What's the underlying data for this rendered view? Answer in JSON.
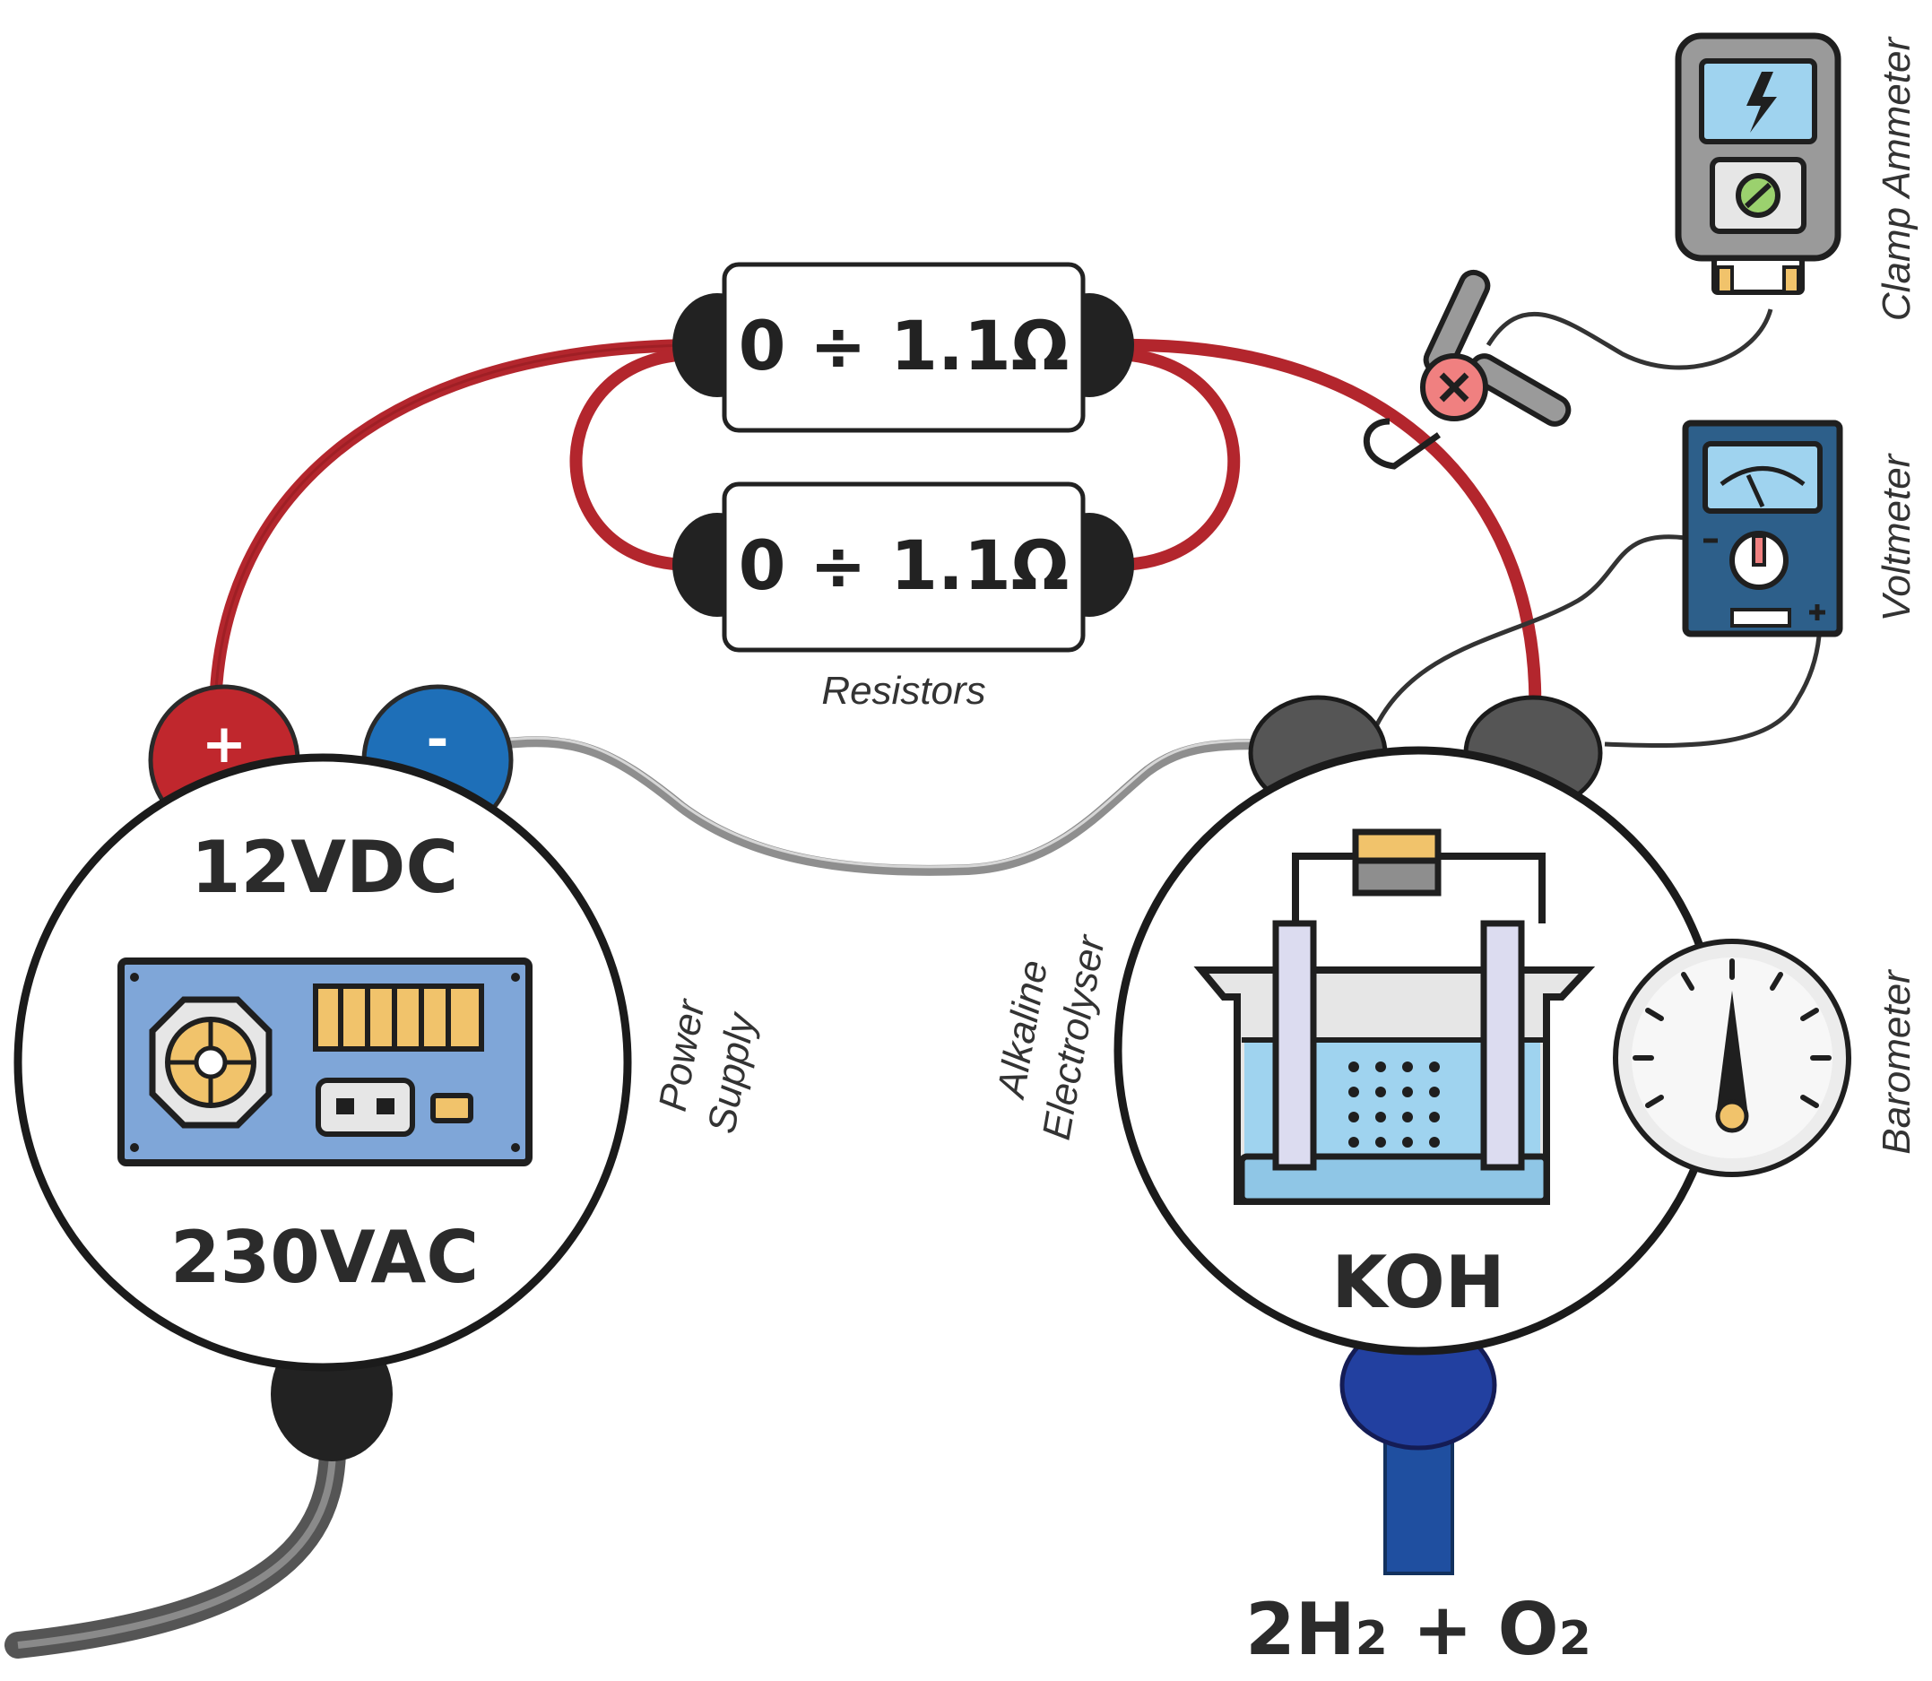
{
  "resistors": {
    "value_top": "0 ÷ 1.1Ω",
    "value_bottom": "0 ÷ 1.1Ω",
    "caption": "Resistors"
  },
  "power_supply": {
    "output": "12VDC",
    "input": "230VAC",
    "caption_line1": "Power",
    "caption_line2": "Supply",
    "positive_symbol": "+",
    "negative_symbol": "-"
  },
  "electrolyser": {
    "electrolyte": "KOH",
    "caption_line1": "Alkaline",
    "caption_line2": "Electrolyser",
    "product_prefix": "2H",
    "product_sub1": "2",
    "product_mid": " + O",
    "product_sub2": "2"
  },
  "instruments": {
    "clamp_ammeter": "Clamp Ammeter",
    "voltmeter": "Voltmeter",
    "barometer": "Barometer"
  },
  "colors": {
    "wire_red": "#b3262d",
    "wire_gray": "#9a9a9a",
    "wire_dark": "#333333",
    "terminal_red": "#c0272d",
    "terminal_blue": "#1e6fb8",
    "psu_panel": "#7fa6d8",
    "psu_accent": "#f1c36b",
    "electrolyte": "#9fd3ef",
    "outlet_blue": "#1f4fa0"
  }
}
